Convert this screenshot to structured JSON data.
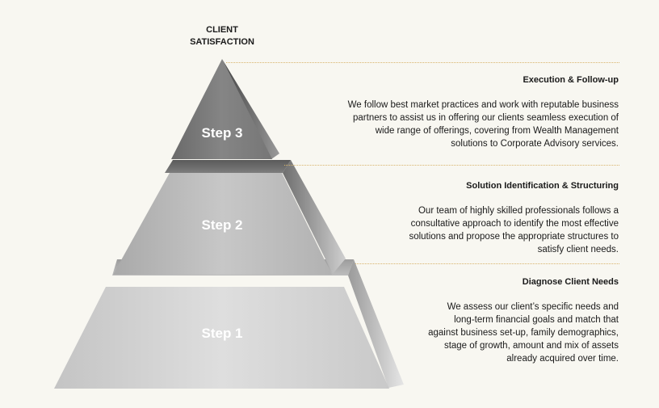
{
  "header": {
    "label_lines": [
      "CLIENT",
      "SATISFACTION"
    ]
  },
  "pyramid": {
    "steps": [
      {
        "label": "Step 3"
      },
      {
        "label": "Step 2"
      },
      {
        "label": "Step 1"
      }
    ]
  },
  "sections": [
    {
      "title": "Execution  & Follow-up",
      "lines": [
        "We follow best market practices and work with reputable business",
        "partners to assist us in offering our clients seamless execution of",
        "wide range of offerings, covering from Wealth Management",
        "solutions to Corporate Advisory services."
      ]
    },
    {
      "title": "Solution Identification  & Structuring",
      "lines": [
        "Our team  of highly skilled professionals follows a",
        "consultative approach to identify the most effective",
        "solutions and propose the appropriate structures to",
        "satisfy client needs."
      ]
    },
    {
      "title": "Diagnose  Client Needs",
      "lines": [
        "We assess our client’s specific needs and",
        "long-term  financial goals and match that",
        "against business set-up, family demographics,",
        "stage of growth,  amount and mix of assets",
        "already acquired over time."
      ]
    }
  ],
  "colors": {
    "background": "#f8f7f1",
    "divider": "#d8b46c",
    "step_text": "#ffffff"
  }
}
